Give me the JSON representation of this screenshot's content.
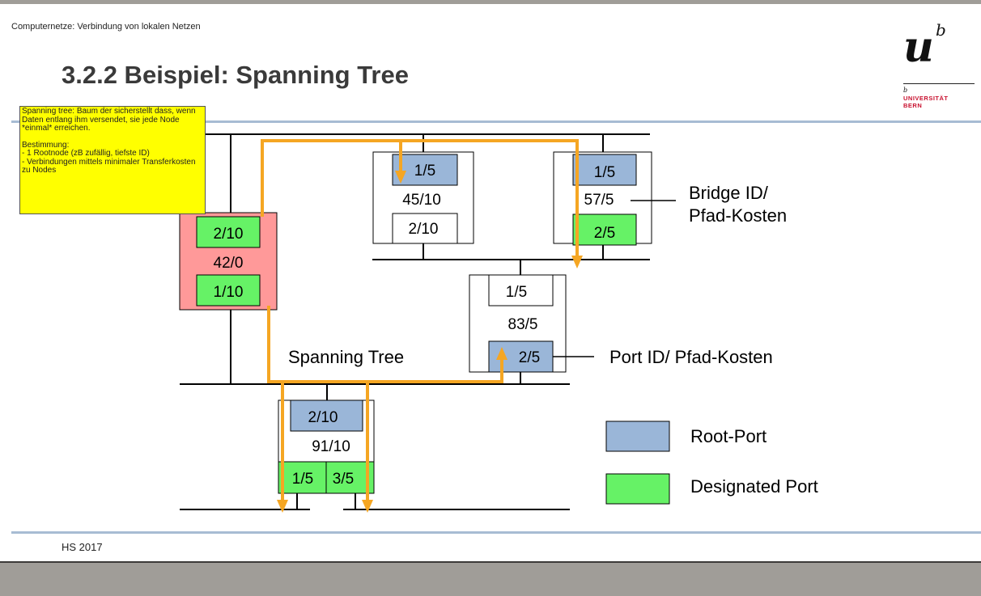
{
  "header": {
    "course": "Computernetze: Verbindung von lokalen Netzen",
    "title": "3.2.2 Beispiel: Spanning Tree",
    "footer": "HS 2017"
  },
  "logo": {
    "letter_u": "u",
    "letter_b": "b",
    "small_b": "b",
    "line1": "UNIVERSITÄT",
    "line2": "BERN"
  },
  "note": {
    "line1": "Spanning tree: Baum der sicherstellt dass, wenn Daten entlang ihm versendet, sie jede Node *einmal* erreichen.",
    "line2": "Bestimmung:",
    "line3": "- 1 Rootnode (zB zufällig, tiefste ID)",
    "line4": "- Verbindungen mittels minimaler Transferkosten zu Nodes"
  },
  "bridges": {
    "b42": {
      "id": "42/0",
      "top_port": "2/10",
      "bottom_port": "1/10"
    },
    "b45": {
      "id": "45/10",
      "top_port": "1/5",
      "bottom_port": "2/10"
    },
    "b57": {
      "id": "57/5",
      "top_port": "1/5",
      "bottom_port": "2/5"
    },
    "b83": {
      "id": "83/5",
      "top_port": "1/5",
      "bottom_port": "2/5"
    },
    "b91": {
      "id": "91/10",
      "top_port": "2/10",
      "bottom_left_port": "1/5",
      "bottom_right_port": "3/5"
    }
  },
  "labels": {
    "bridge_id_line1": "Bridge ID/",
    "bridge_id_line2": "Pfad-Kosten",
    "port_id": "Port ID/ Pfad-Kosten",
    "spanning_tree": "Spanning Tree"
  },
  "legend": {
    "root_port": "Root-Port",
    "designated_port": "Designated Port"
  },
  "colors": {
    "root_port": "#9ab6d8",
    "designated_port": "#66f266",
    "root_bridge": "#ff9999",
    "path": "#f5a623",
    "note": "#ffff00",
    "divider": "#a7bcd3"
  }
}
